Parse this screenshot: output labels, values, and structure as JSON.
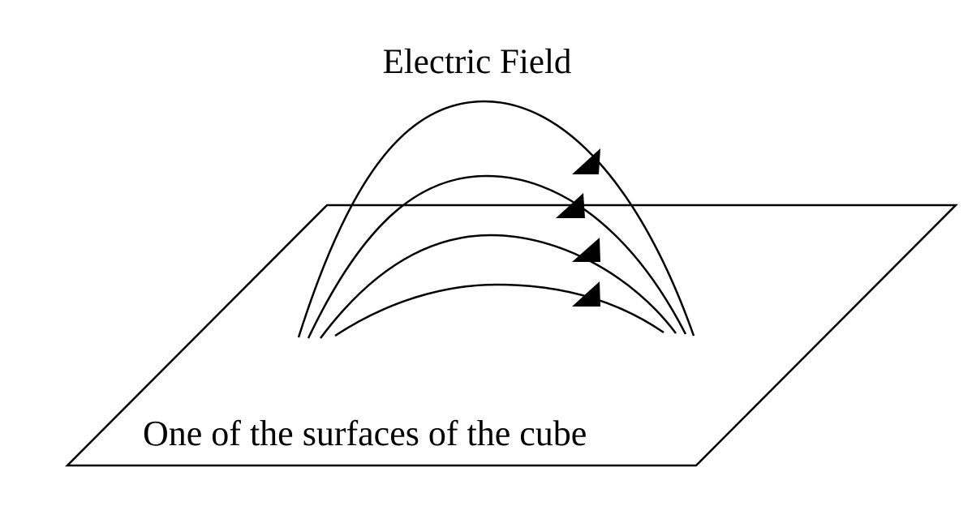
{
  "diagram": {
    "title": "Electric Field",
    "surface_label": "One of the surfaces of the cube",
    "field_line_count": 4,
    "colors": {
      "stroke": "#000000",
      "background": "#ffffff"
    }
  }
}
